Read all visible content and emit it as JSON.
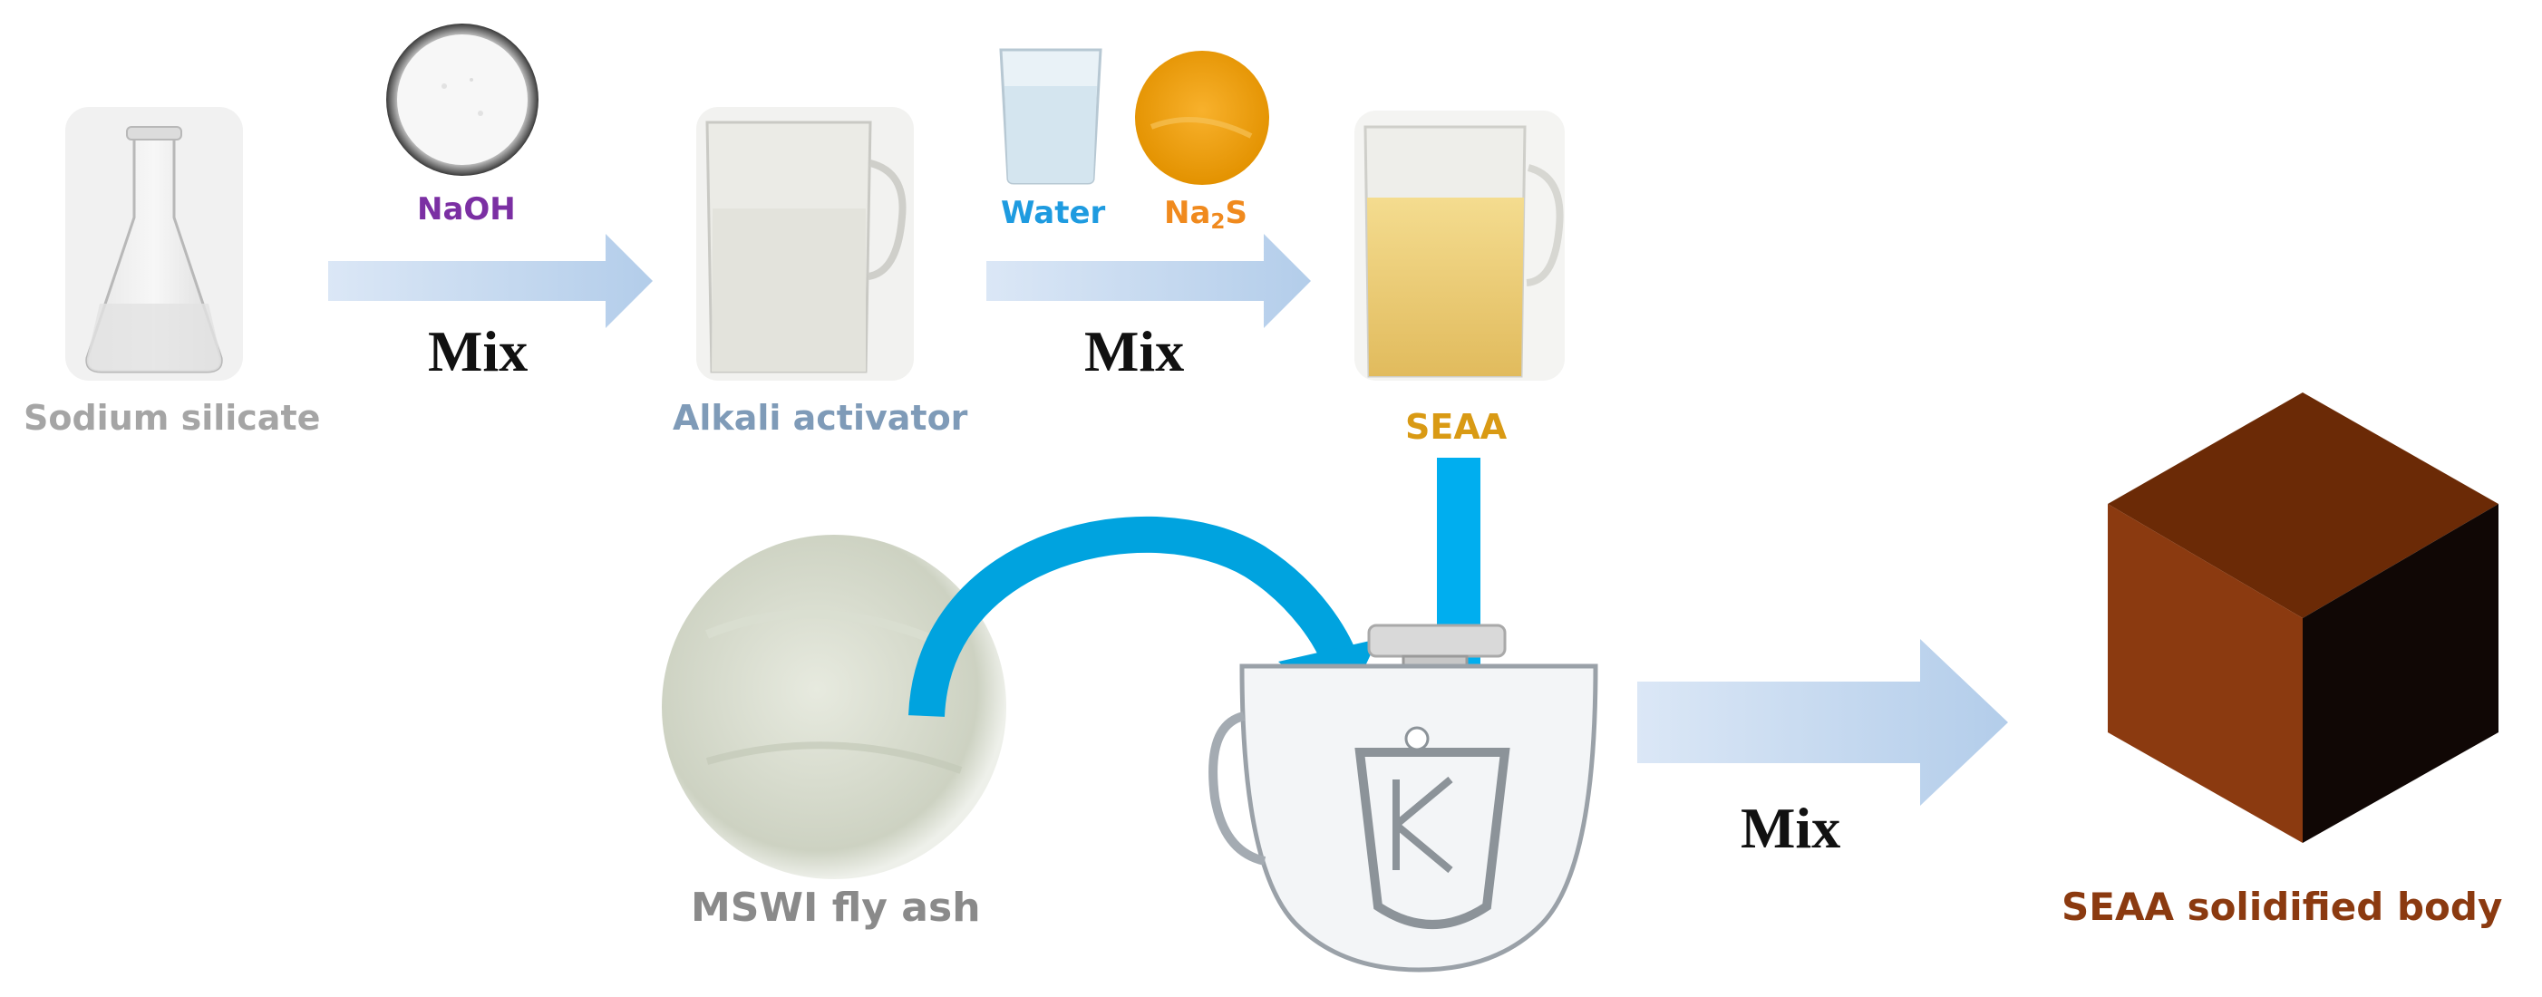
{
  "labels": {
    "naoh": "NaOH",
    "sodium_silicate": "Sodium silicate",
    "alkali_activator": "Alkali activator",
    "water": "Water",
    "na2s_main": "Na",
    "na2s_sub": "2",
    "na2s_end": "S",
    "seaa": "SEAA",
    "fly_ash": "MSWI fly ash",
    "solidified_body": "SEAA solidified body",
    "mix_1": "Mix",
    "mix_2": "Mix",
    "mix_3": "Mix"
  },
  "colors": {
    "naoh": "#7b2fa3",
    "sodium_silicate": "#a5a5a5",
    "alkali_activator": "#7f9bb8",
    "water": "#1e9be0",
    "na2s": "#f08a1e",
    "seaa": "#d99a14",
    "fly_ash": "#8a8a8a",
    "solidified_body": "#8b3a10",
    "process_arrow": "#c5d7ef",
    "flow_arrow": "#00aeef"
  }
}
